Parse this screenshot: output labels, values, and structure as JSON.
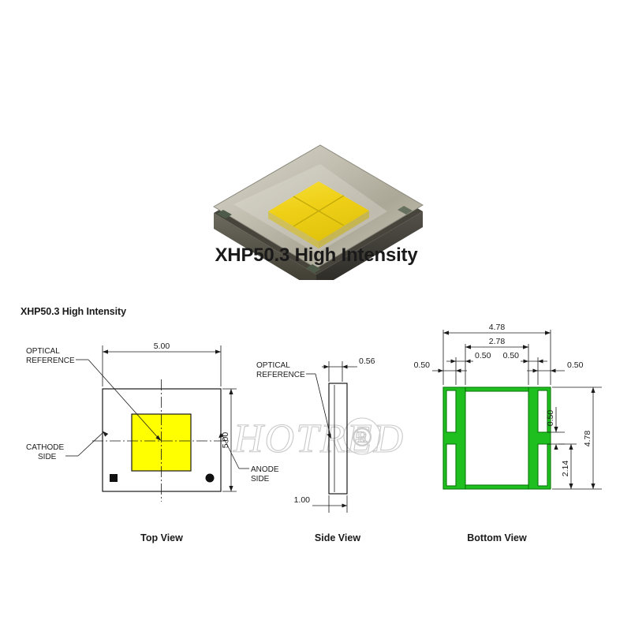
{
  "product": {
    "title": "XHP50.3 High Intensity",
    "photo_alt": "led-package-photo",
    "die_color": "#f2d21e",
    "substrate_color": "#b9b6a8"
  },
  "sheet": {
    "title": "XHP50.3 High Intensity",
    "watermark": "HOTRED",
    "watermark_mark": "®"
  },
  "views": {
    "top": {
      "caption": "Top View",
      "labels": {
        "optical_reference_line1": "OPTICAL",
        "optical_reference_line2": "REFERENCE",
        "cathode_line1": "CATHODE",
        "cathode_line2": "SIDE",
        "anode_line1": "ANODE",
        "anode_line2": "SIDE"
      },
      "dimensions": {
        "width": "5.00",
        "height": "5.00"
      },
      "emitter_color": "#ffff00"
    },
    "side": {
      "caption": "Side View",
      "labels": {
        "optical_reference_line1": "OPTICAL",
        "optical_reference_line2": "REFERENCE"
      },
      "dimensions": {
        "top_thickness": "0.56",
        "bottom_width": "1.00"
      }
    },
    "bottom": {
      "caption": "Bottom View",
      "pad_color": "#1fbf1f",
      "dimensions": {
        "overall_width": "4.78",
        "inner_width": "2.78",
        "pad_left_outer": "0.50",
        "pad_left_inner": "0.50",
        "pad_right_inner": "0.50",
        "pad_right_outer": "0.50",
        "gap_vertical": "0.50",
        "pad_height": "2.14",
        "overall_height": "4.78"
      }
    }
  }
}
